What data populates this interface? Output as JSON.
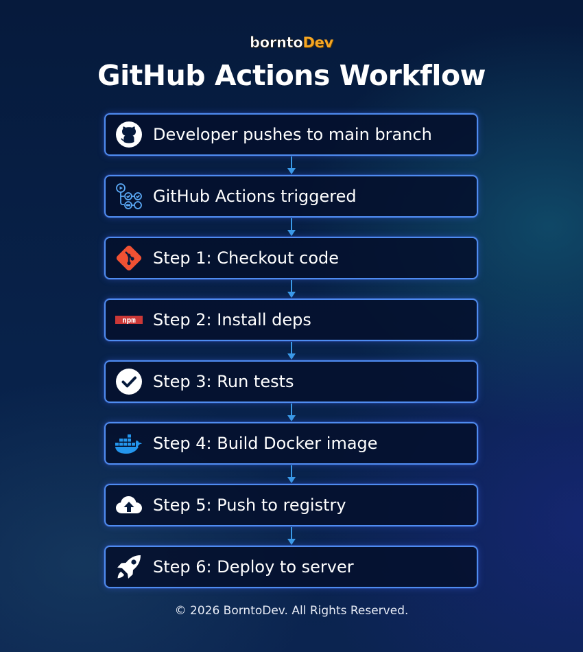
{
  "brand": {
    "part1": "bornto",
    "part2": "Dev"
  },
  "title": "GitHub Actions Workflow",
  "steps": [
    {
      "label": "Developer pushes to main branch",
      "icon": "github-icon"
    },
    {
      "label": "GitHub Actions triggered",
      "icon": "github-actions-icon"
    },
    {
      "label": "Step 1: Checkout code",
      "icon": "git-icon"
    },
    {
      "label": "Step 2: Install deps",
      "icon": "npm-icon"
    },
    {
      "label": "Step 3: Run tests",
      "icon": "check-circle-icon"
    },
    {
      "label": "Step 4: Build Docker image",
      "icon": "docker-icon"
    },
    {
      "label": "Step 5: Push to registry",
      "icon": "cloud-upload-icon"
    },
    {
      "label": "Step 6: Deploy to server",
      "icon": "rocket-icon"
    }
  ],
  "icon_text": {
    "npm": "npm"
  },
  "footer": "© 2026 BorntoDev. All Rights Reserved.",
  "colors": {
    "box_border": "#4f8cf0",
    "arrow": "#3b9be8",
    "git": "#f05133",
    "npm": "#cb3837",
    "docker": "#2496ed",
    "brand_accent": "#f5a623"
  }
}
